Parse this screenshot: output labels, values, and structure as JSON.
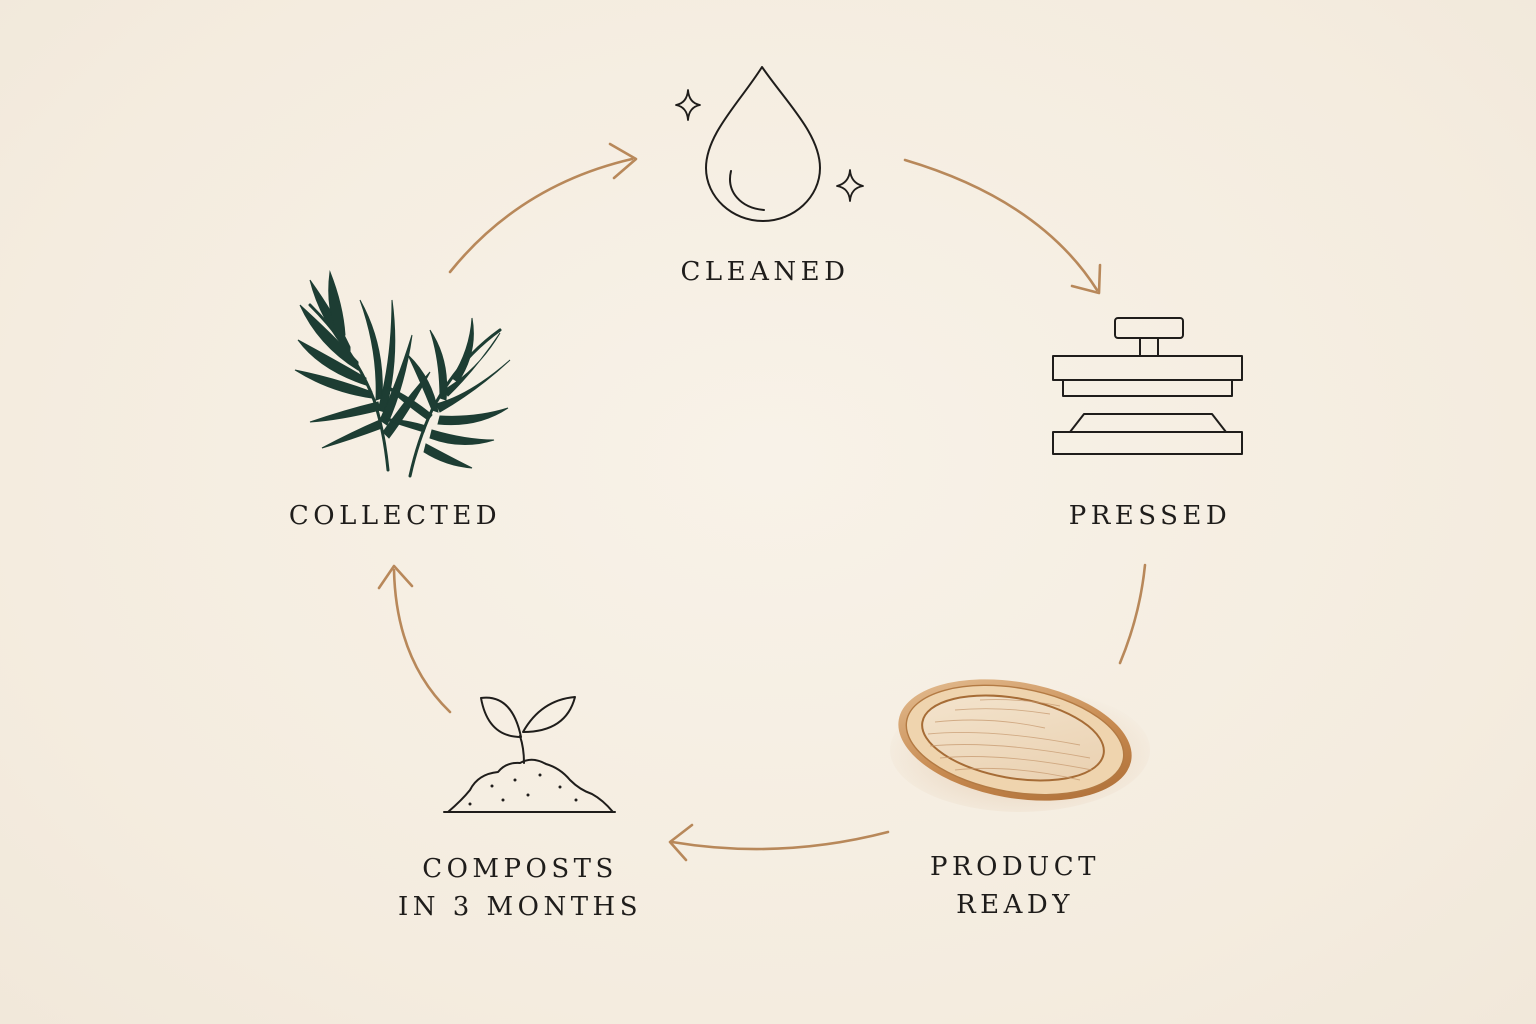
{
  "colors": {
    "background": "#f6efe4",
    "arrow": "#b8885a",
    "ink": "#1f1d1b",
    "leaf": "#1d3d33",
    "plate": "#c08a52"
  },
  "steps": [
    {
      "id": "cleaned",
      "label_lines": [
        "CLEANED"
      ],
      "icon": "water-drop-icon"
    },
    {
      "id": "pressed",
      "label_lines": [
        "PRESSED"
      ],
      "icon": "heat-press-icon"
    },
    {
      "id": "product",
      "label_lines": [
        "PRODUCT",
        "READY"
      ],
      "icon": "palm-leaf-plate-icon"
    },
    {
      "id": "composts",
      "label_lines": [
        "COMPOSTS",
        "IN 3 MONTHS"
      ],
      "icon": "sprout-in-soil-icon"
    },
    {
      "id": "collected",
      "label_lines": [
        "COLLECTED"
      ],
      "icon": "palm-leaves-icon"
    }
  ]
}
